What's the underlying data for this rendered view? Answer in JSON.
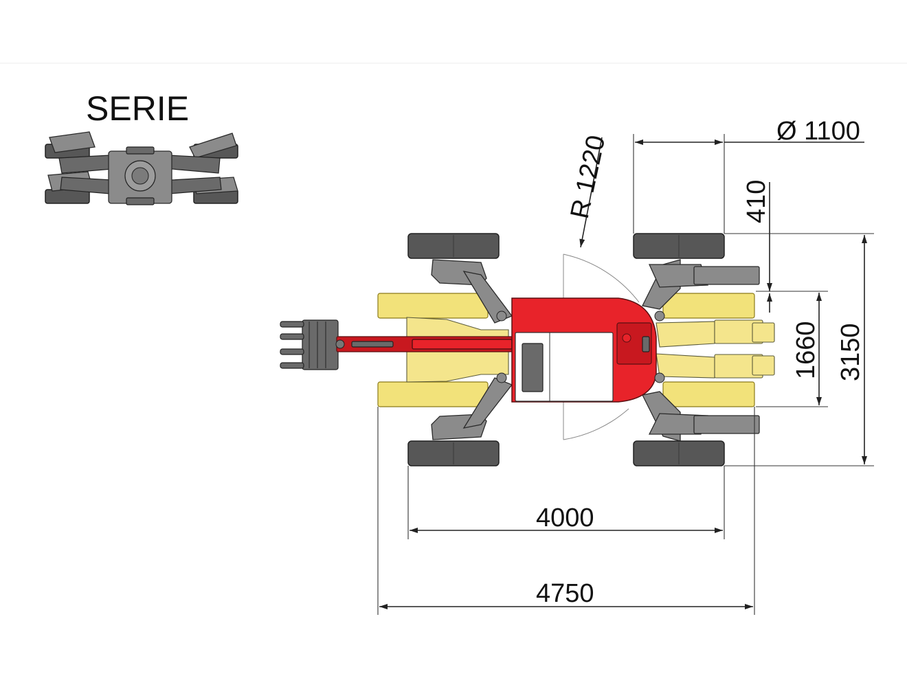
{
  "title": "SERIE",
  "dimensions": {
    "bucket_diameter": "Ø 1100",
    "swing_radius": "R 1220",
    "outrigger_offset": "410",
    "inner_track_width": "1660",
    "overall_width": "3150",
    "wheelbase": "4000",
    "overall_length": "4750"
  },
  "colors": {
    "body_red": "#e8232a",
    "track_yellow": "#f2e27a",
    "arm_grey": "#8b8b8b",
    "tire_grey": "#575757"
  }
}
